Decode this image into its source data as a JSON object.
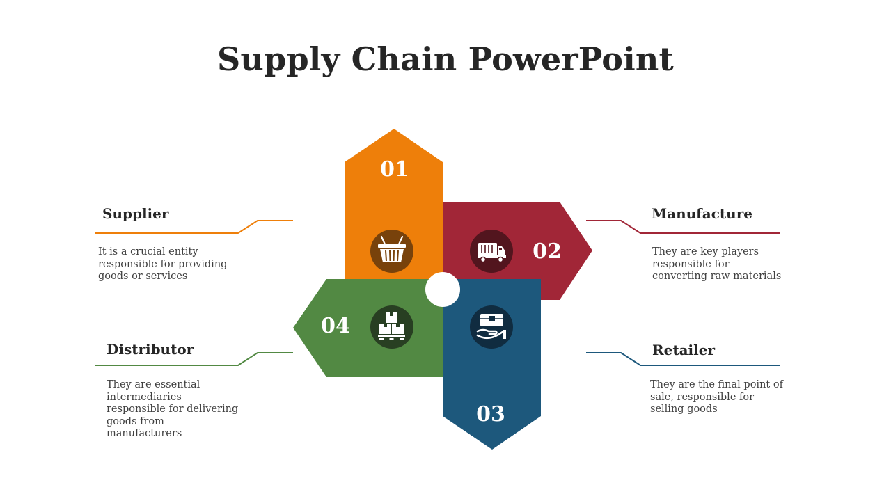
{
  "title": "Supply Chain PowerPoint",
  "colors": {
    "supplier": "#EE7F0A",
    "manufacture": "#A12637",
    "retailer": "#1D587C",
    "distributor": "#528943",
    "supplier_dark": "#78420B",
    "manufacture_dark": "#52151E",
    "retailer_dark": "#102C40",
    "distributor_dark": "#283F22"
  },
  "steps": [
    {
      "number": "01",
      "label": "Supplier",
      "description": "It is a crucial entity responsible for providing goods or services",
      "icon": "shopping-basket-icon"
    },
    {
      "number": "02",
      "label": "Manufacture",
      "description": "They are key players responsible for converting raw materials",
      "icon": "delivery-truck-icon"
    },
    {
      "number": "03",
      "label": "Retailer",
      "description": "They are the final point of sale, responsible for selling goods",
      "icon": "hand-box-icon"
    },
    {
      "number": "04",
      "label": "Distributor",
      "description": "They are essential intermediaries responsible for delivering goods from manufacturers",
      "icon": "stacked-boxes-icon"
    }
  ]
}
